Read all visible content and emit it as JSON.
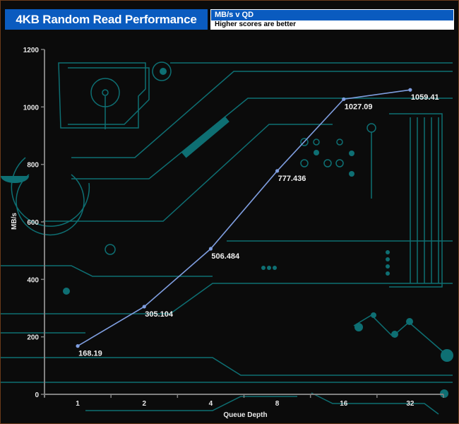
{
  "header": {
    "title": "4KB Random Read Performance",
    "metric": "MB/s v QD",
    "note": "Higher scores are better"
  },
  "colors": {
    "header_blue": "#0a5bbf",
    "line": "#7f9ee0",
    "circuit": "#0e6f73",
    "axis": "#808080",
    "background": "#0b0b0b"
  },
  "chart_data": {
    "type": "line",
    "title": "4KB Random Read Performance",
    "subtitle": "MB/s v QD",
    "xlabel": "Queue Depth",
    "ylabel": "MB/s",
    "categories": [
      "1",
      "2",
      "4",
      "8",
      "16",
      "32"
    ],
    "series": [
      {
        "name": "MB/s",
        "values": [
          168.19,
          305.104,
          506.484,
          777.436,
          1027.09,
          1059.41
        ],
        "labels": [
          "168.19",
          "305.104",
          "506.484",
          "777.436",
          "1027.09",
          "1059.41"
        ]
      }
    ],
    "ylim": [
      0,
      1200
    ],
    "yticks": [
      0,
      200,
      400,
      600,
      800,
      1000,
      1200
    ],
    "grid": false,
    "legend": "none"
  }
}
